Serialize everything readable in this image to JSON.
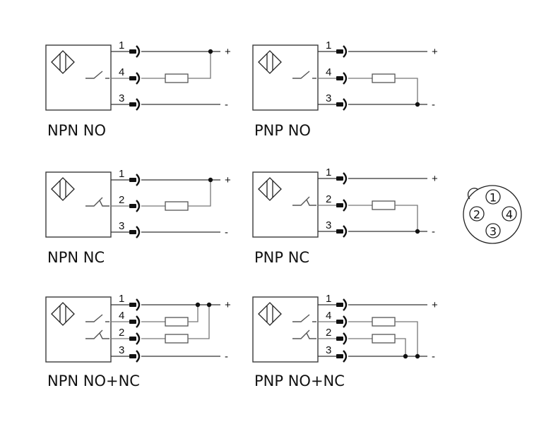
{
  "diagrams": [
    {
      "id": "npn-no",
      "title": "NPN NO",
      "type": "NPN",
      "outputs": [
        "NO"
      ],
      "pins": [
        {
          "num": "1",
          "role": "+"
        },
        {
          "num": "4",
          "role": "out"
        },
        {
          "num": "3",
          "role": "-"
        }
      ],
      "supply": {
        "plus": "+",
        "minus": "-"
      }
    },
    {
      "id": "pnp-no",
      "title": "PNP NO",
      "type": "PNP",
      "outputs": [
        "NO"
      ],
      "pins": [
        {
          "num": "1",
          "role": "+"
        },
        {
          "num": "4",
          "role": "out"
        },
        {
          "num": "3",
          "role": "-"
        }
      ],
      "supply": {
        "plus": "+",
        "minus": "-"
      }
    },
    {
      "id": "npn-nc",
      "title": "NPN NC",
      "type": "NPN",
      "outputs": [
        "NC"
      ],
      "pins": [
        {
          "num": "1",
          "role": "+"
        },
        {
          "num": "2",
          "role": "out"
        },
        {
          "num": "3",
          "role": "-"
        }
      ],
      "supply": {
        "plus": "+",
        "minus": "-"
      }
    },
    {
      "id": "pnp-nc",
      "title": "PNP NC",
      "type": "PNP",
      "outputs": [
        "NC"
      ],
      "pins": [
        {
          "num": "1",
          "role": "+"
        },
        {
          "num": "2",
          "role": "out"
        },
        {
          "num": "3",
          "role": "-"
        }
      ],
      "supply": {
        "plus": "+",
        "minus": "-"
      }
    },
    {
      "id": "npn-nonc",
      "title": "NPN NO+NC",
      "type": "NPN",
      "outputs": [
        "NO",
        "NC"
      ],
      "pins": [
        {
          "num": "1",
          "role": "+"
        },
        {
          "num": "4",
          "role": "out"
        },
        {
          "num": "2",
          "role": "out"
        },
        {
          "num": "3",
          "role": "-"
        }
      ],
      "supply": {
        "plus": "+",
        "minus": "-"
      }
    },
    {
      "id": "pnp-nonc",
      "title": "PNP NO+NC",
      "type": "PNP",
      "outputs": [
        "NO",
        "NC"
      ],
      "pins": [
        {
          "num": "1",
          "role": "+"
        },
        {
          "num": "4",
          "role": "out"
        },
        {
          "num": "2",
          "role": "out"
        },
        {
          "num": "3",
          "role": "-"
        }
      ],
      "supply": {
        "plus": "+",
        "minus": "-"
      }
    }
  ],
  "connector": {
    "name": "M12 4-pin connector face",
    "pins": [
      "①",
      "②",
      "③",
      "④"
    ]
  }
}
